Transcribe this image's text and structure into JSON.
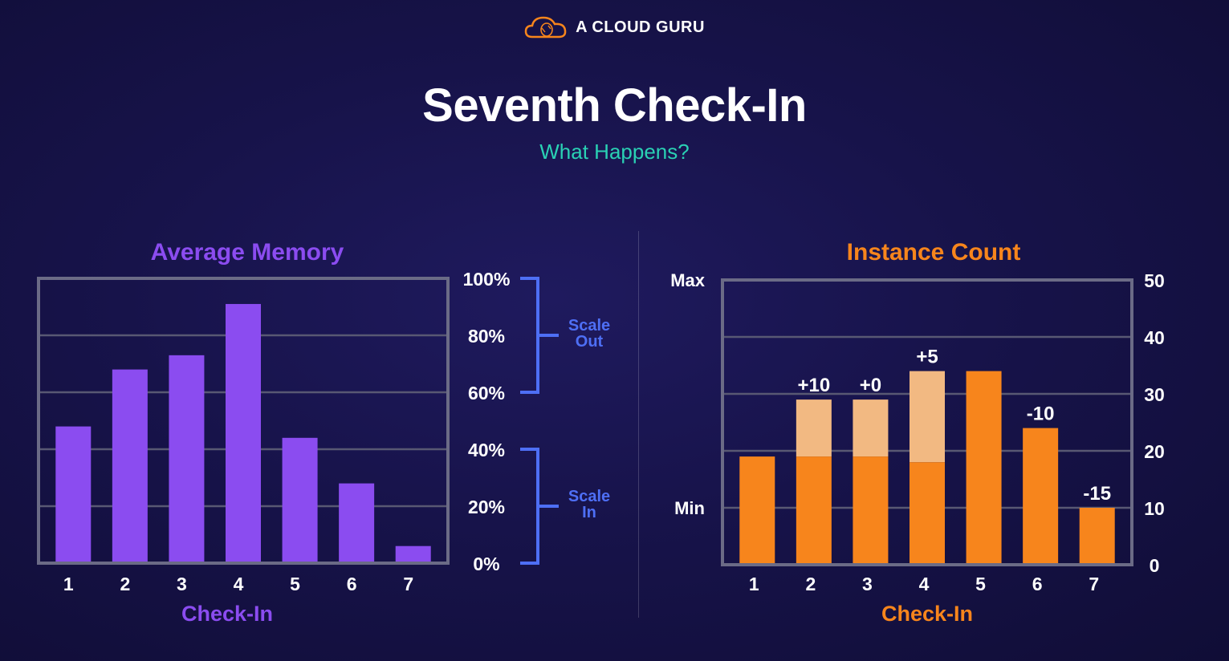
{
  "header": {
    "brand": "A CLOUD GURU",
    "logo_icon": "cloud-icon",
    "title": "Seventh Check-In",
    "subtitle": "What Happens?"
  },
  "colors": {
    "purple": "#8b4cf0",
    "orange": "#f7851c",
    "orange_light": "#f2b982",
    "blue": "#4e6ff5",
    "teal": "#2ad1b4"
  },
  "chart_data": [
    {
      "type": "bar",
      "title": "Average Memory",
      "xlabel": "Check-In",
      "categories": [
        "1",
        "2",
        "3",
        "4",
        "5",
        "6",
        "7"
      ],
      "values": [
        48,
        68,
        73,
        91,
        44,
        28,
        6
      ],
      "ylim": [
        0,
        100
      ],
      "y_ticks": [
        "0%",
        "20%",
        "40%",
        "60%",
        "80%",
        "100%"
      ],
      "y_tick_values": [
        0,
        20,
        40,
        60,
        80,
        100
      ],
      "grid": true,
      "annotations": [
        {
          "label": "Scale Out",
          "range": [
            60,
            100
          ]
        },
        {
          "label": "Scale In",
          "range": [
            0,
            40
          ]
        }
      ]
    },
    {
      "type": "bar",
      "title": "Instance Count",
      "xlabel": "Check-In",
      "categories": [
        "1",
        "2",
        "3",
        "4",
        "5",
        "6",
        "7"
      ],
      "base_values": [
        19,
        19,
        19,
        18,
        34,
        24,
        10
      ],
      "added_values": [
        0,
        10,
        10,
        16,
        0,
        0,
        0
      ],
      "change_labels": [
        "",
        "+10",
        "+0",
        "+5",
        "",
        "-10",
        "-15"
      ],
      "ylim": [
        0,
        50
      ],
      "y_ticks": [
        "0",
        "10",
        "20",
        "30",
        "40",
        "50"
      ],
      "y_tick_values": [
        0,
        10,
        20,
        30,
        40,
        50
      ],
      "grid": true,
      "left_labels": [
        {
          "label": "Max",
          "value": 50
        },
        {
          "label": "Min",
          "value": 10
        }
      ]
    }
  ]
}
